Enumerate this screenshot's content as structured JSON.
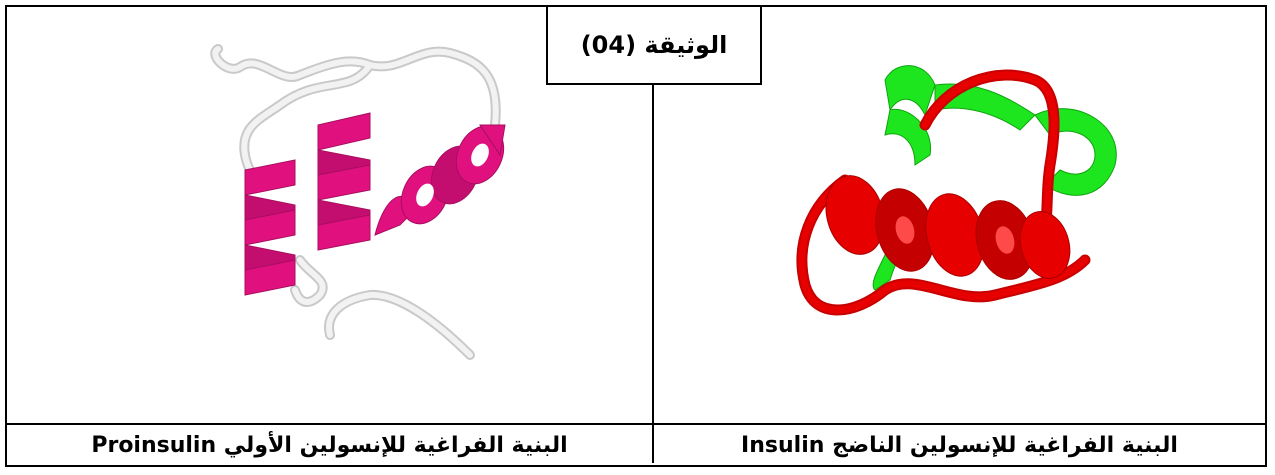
{
  "document": {
    "title": "الوثيقة (04)",
    "captions": {
      "left": "البنية الفراغية للإنسولين الأولي Proinsulin",
      "right": "البنية الفراغية للإنسولين الناضج Insulin"
    }
  },
  "colors": {
    "proinsulin_helix": "#e0117f",
    "proinsulin_coil": "#e6e6e6",
    "insulin_chain_a": "#1ee61e",
    "insulin_chain_b": "#e60000"
  }
}
